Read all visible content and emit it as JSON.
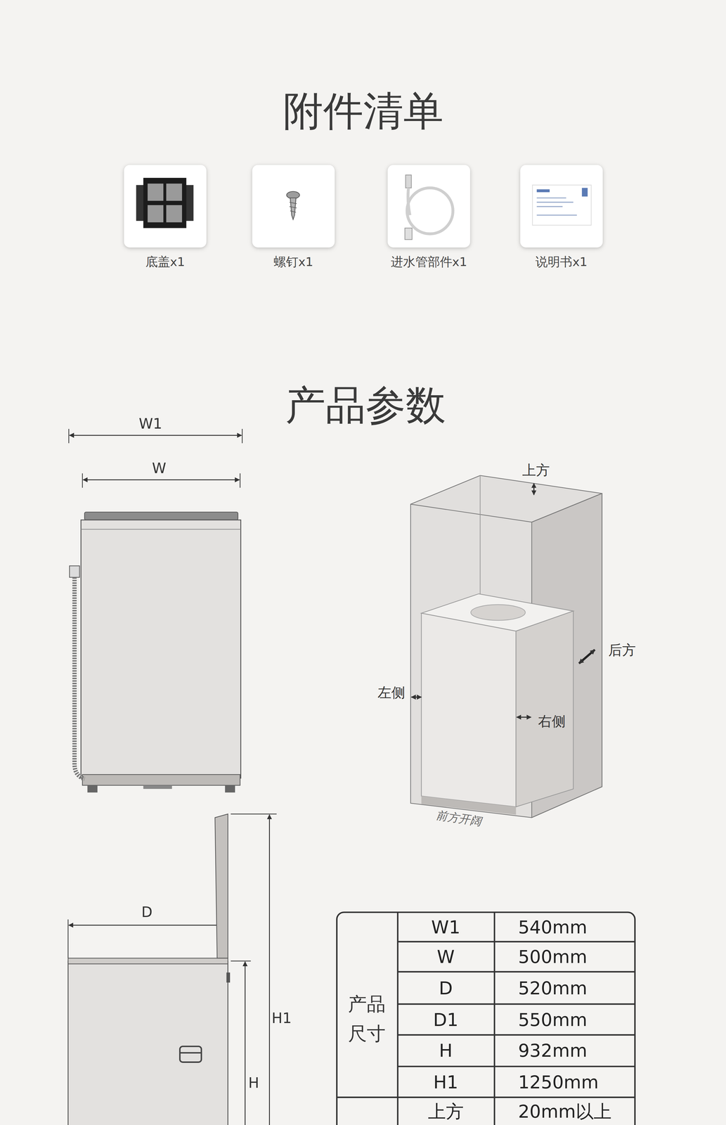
{
  "diagram": {
    "title": "附件清单",
    "nodes": [
      {
        "text": [
          "底盖x1"
        ]
      },
      {
        "text": [
          "螺钉x1"
        ]
      },
      {
        "text": [
          "进水管部件x1"
        ]
      },
      {
        "text": [
          "说明书x1"
        ]
      }
    ],
    "labels": [
      "产品参数",
      "W1",
      "W",
      "上方",
      "后方",
      "左侧",
      "右侧",
      "前方开阔",
      "D",
      "H1",
      "H",
      "产品尺寸",
      "W1",
      "540mm",
      "W",
      "500mm",
      "D",
      "520mm",
      "D1",
      "550mm",
      "H",
      "932mm",
      "H1",
      "1250mm",
      "上方",
      "20mm以上"
    ]
  }
}
